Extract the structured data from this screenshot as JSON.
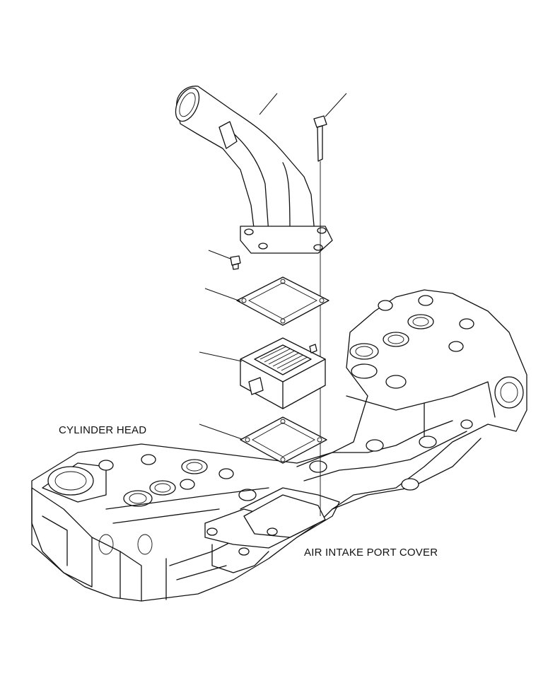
{
  "labels": {
    "cylinder_head": "CYLINDER HEAD",
    "air_intake_port_cover": "AIR INTAKE PORT COVER"
  },
  "parts": [
    "intake-elbow-pipe",
    "mounting-bolt",
    "small-plug-bolt",
    "upper-gasket",
    "intake-heater",
    "lower-gasket",
    "cylinder-head-assembly"
  ]
}
